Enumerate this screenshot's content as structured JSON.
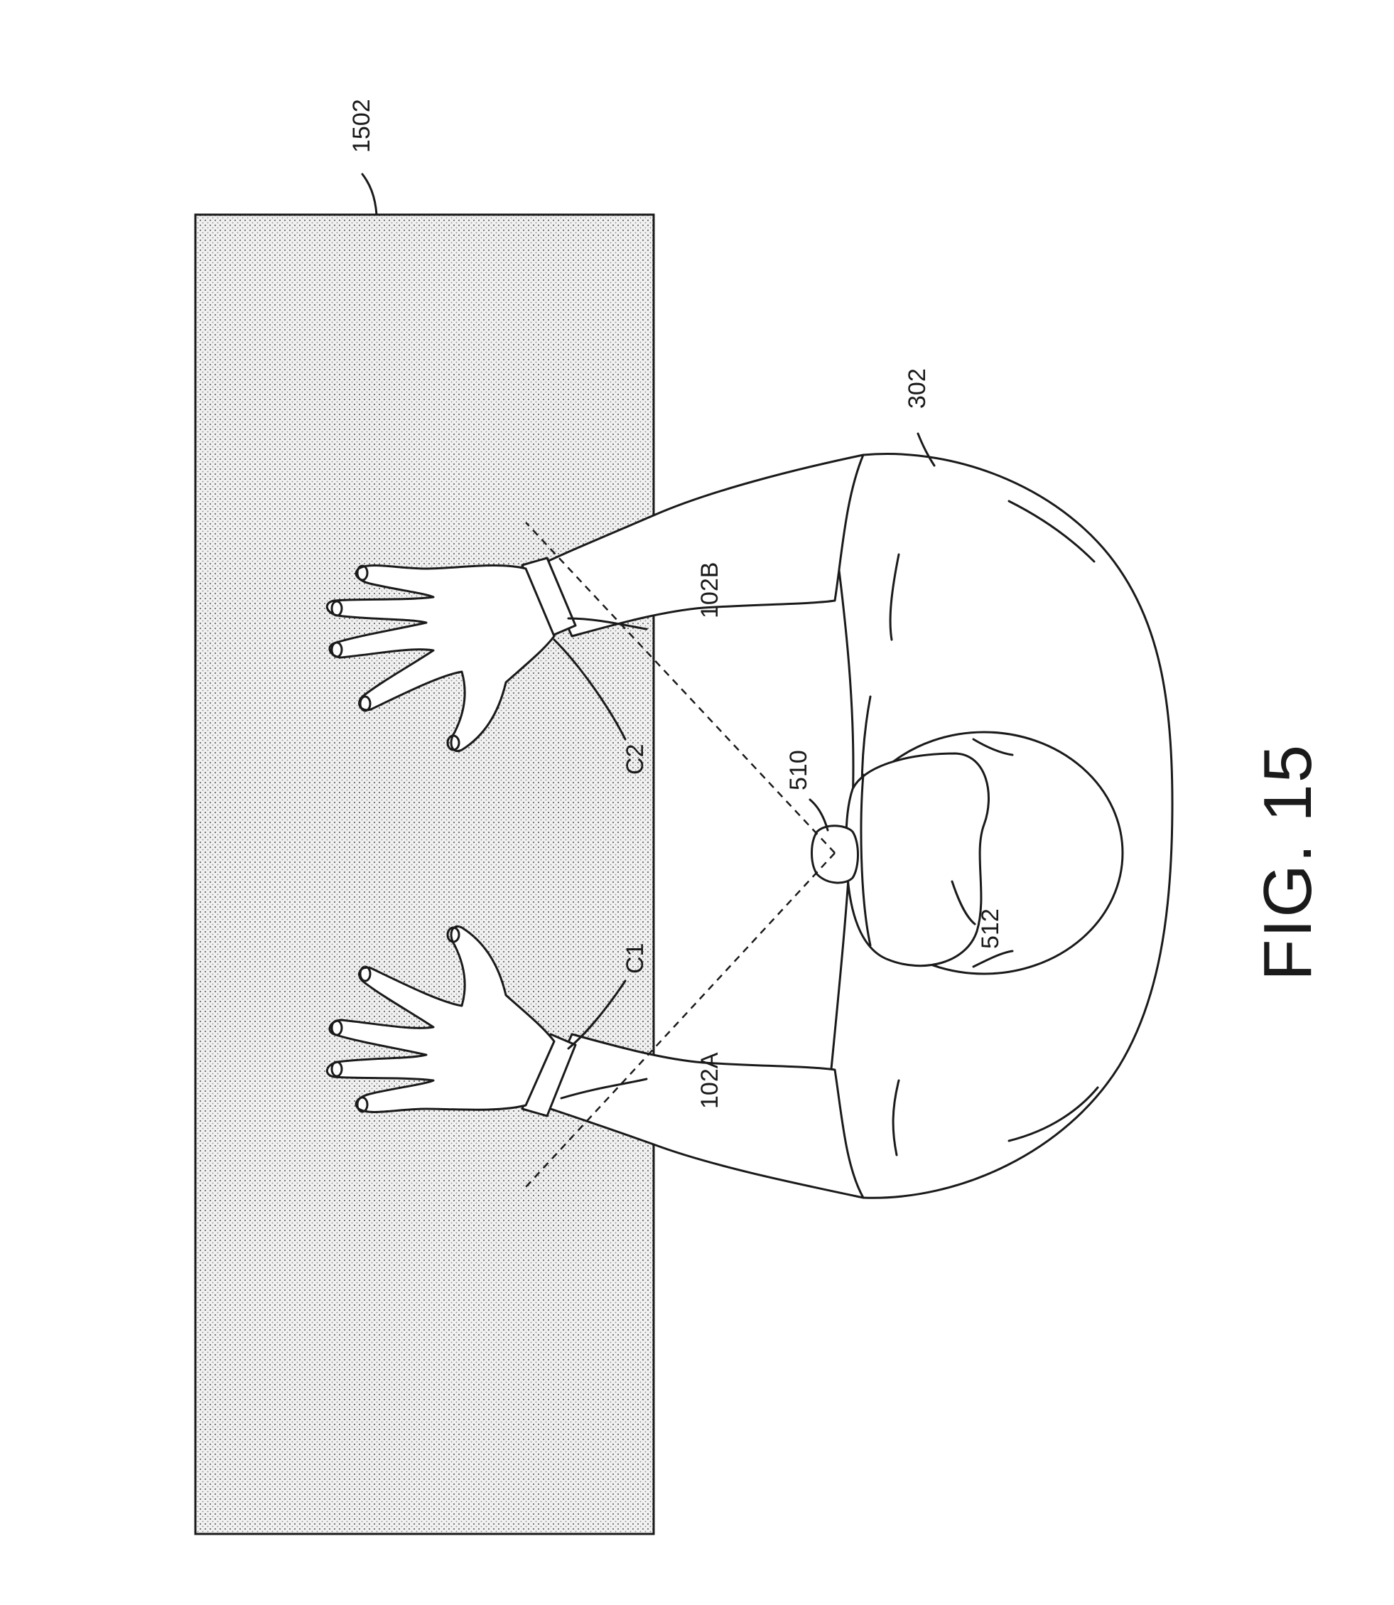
{
  "figure": {
    "caption": "FIG. 15",
    "labels": {
      "surface": "1502",
      "user": "302",
      "wrist_band_left": "102A",
      "wrist_band_right": "102B",
      "camera_left": "C1",
      "camera_right": "C2",
      "headset_camera": "510",
      "headset": "512"
    }
  },
  "colors": {
    "line": "#1a1a1a",
    "surface_fill": "#d9d9d9",
    "background": "#ffffff"
  }
}
